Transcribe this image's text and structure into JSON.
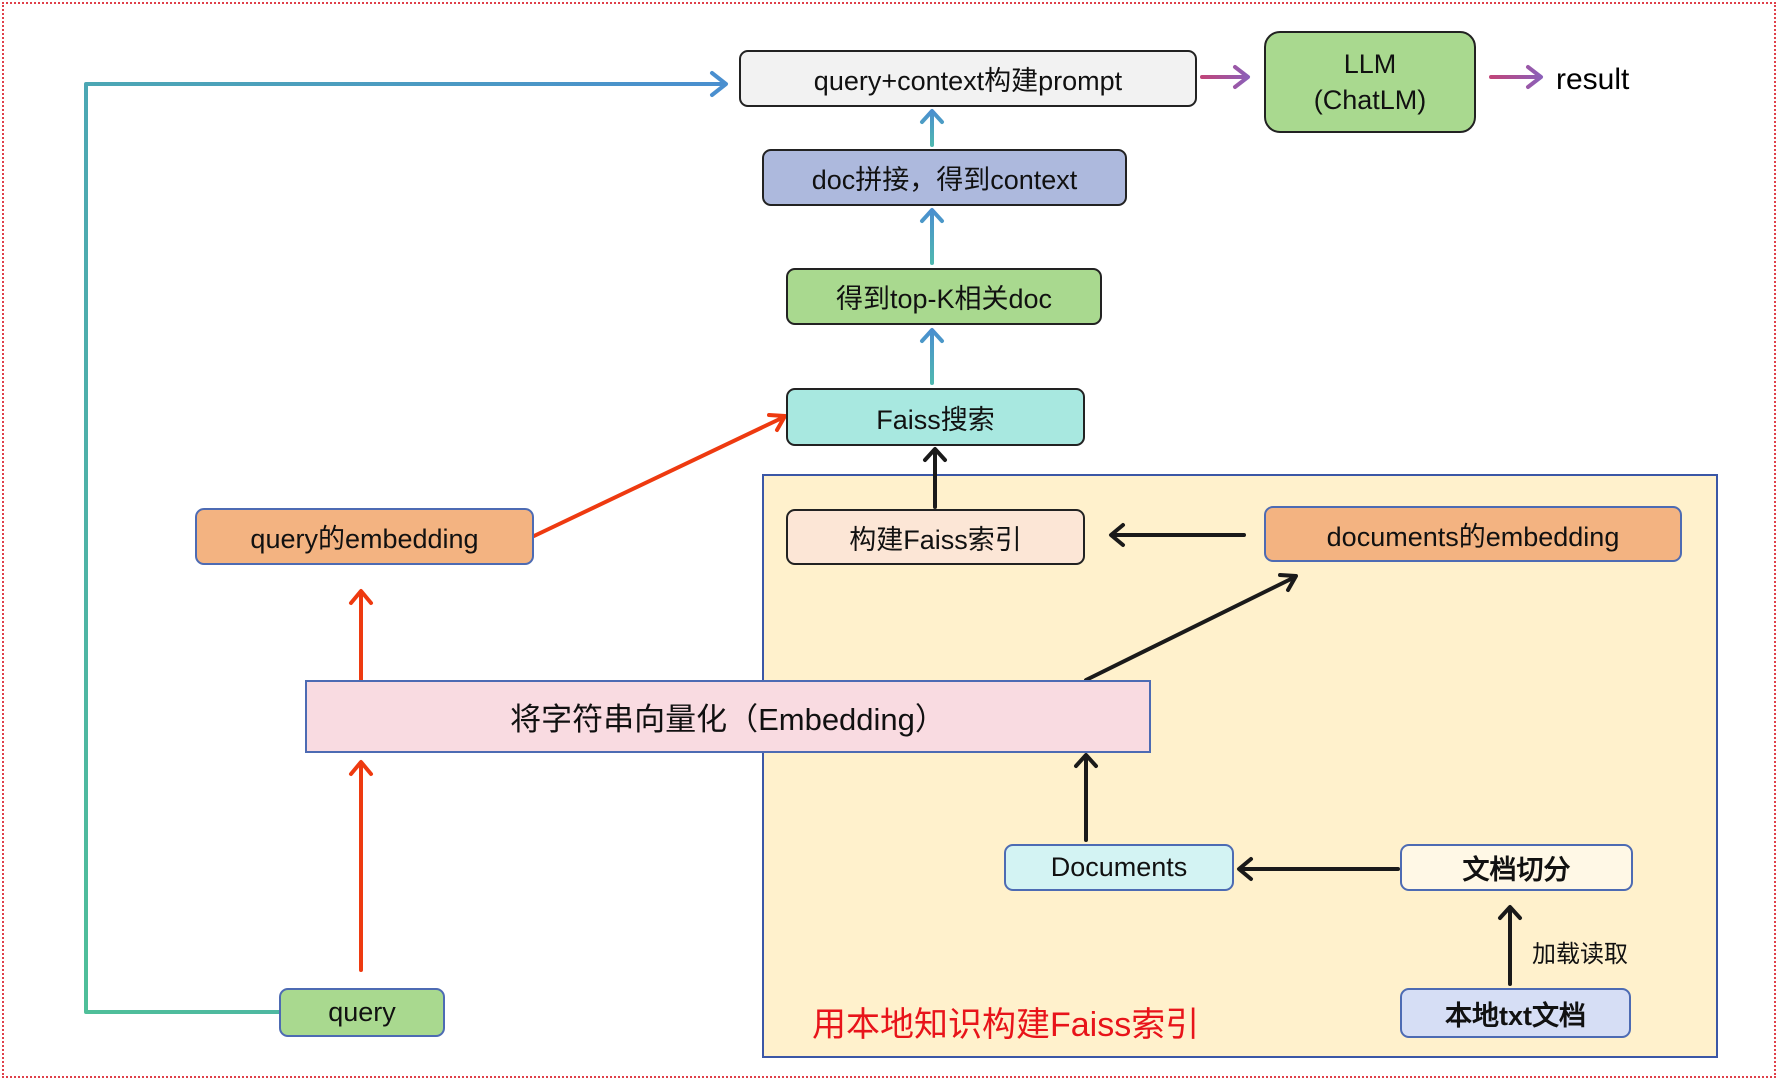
{
  "nodes": {
    "prompt": "query+context构建prompt",
    "llm_line1": "LLM",
    "llm_line2": "(ChatLM)",
    "result": "result",
    "concat": "doc拼接，得到context",
    "topk": "得到top-K相关doc",
    "faiss_search": "Faiss搜索",
    "build_index": "构建Faiss索引",
    "docs_embedding": "documents的embedding",
    "query_embedding": "query的embedding",
    "embedding": "将字符串向量化（Embedding）",
    "documents": "Documents",
    "split": "文档切分",
    "local_txt": "本地txt文档",
    "query": "query"
  },
  "edge_labels": {
    "load_read": "加载读取"
  },
  "region_label": "用本地知识构建Faiss索引",
  "colors": {
    "query_path": "#ee3a10",
    "index_path": "#1a1a1a",
    "retrieval_path": "#4fb7b0",
    "llm_path": "#9b4f8f",
    "region_fill": "#fff1cc",
    "region_label": "#e8141a"
  }
}
